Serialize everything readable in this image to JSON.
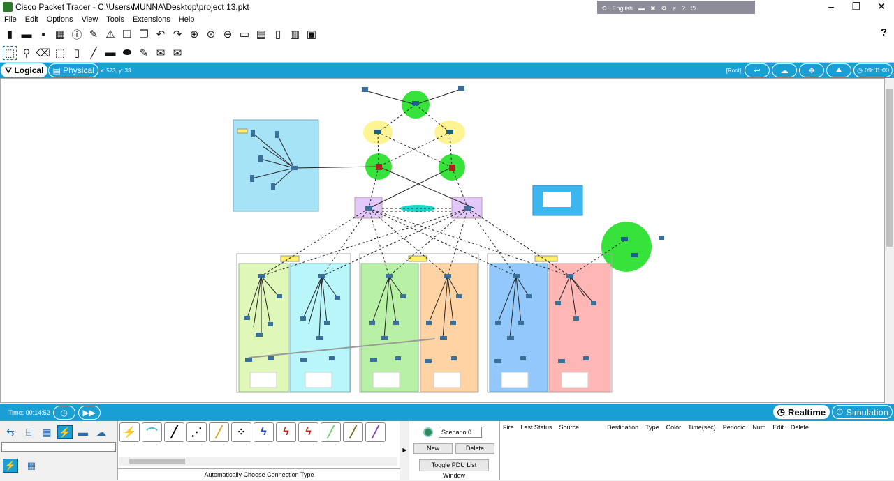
{
  "title": "Cisco Packet Tracer - C:\\Users\\MUNNA\\Desktop\\project 13.pkt",
  "language": "English",
  "menu": [
    "File",
    "Edit",
    "Options",
    "View",
    "Tools",
    "Extensions",
    "Help"
  ],
  "view": {
    "logical": "Logical",
    "physical": "Physical",
    "coords": "x: 573, y: 33",
    "root": "[Root]",
    "clock": "09:01:00"
  },
  "time": {
    "label": "Time: 00:14:52"
  },
  "modes": {
    "realtime": "Realtime",
    "simulation": "Simulation"
  },
  "connection_label": "Automatically Choose Connection Type",
  "scenario": {
    "select": "Scenario 0",
    "new": "New",
    "delete": "Delete",
    "toggle": "Toggle PDU List Window"
  },
  "pdu_columns": [
    "Fire",
    "Last Status",
    "Source",
    "Destination",
    "Type",
    "Color",
    "Time(sec)",
    "Periodic",
    "Num",
    "Edit",
    "Delete"
  ],
  "colors": {
    "accent": "#1a9fd4",
    "zone_green": "#d9f5b0",
    "zone_cyan": "#b8f4f8",
    "zone_orange": "#ffd6a6",
    "zone_blue": "#93c9fb",
    "zone_red": "#ffb8b8"
  }
}
